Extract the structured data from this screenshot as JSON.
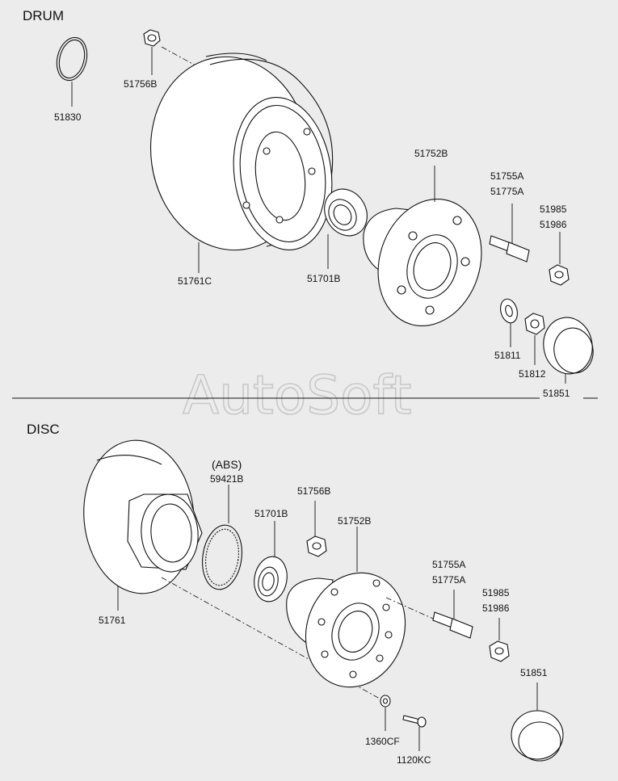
{
  "sections": {
    "drum": "DRUM",
    "disc": "DISC"
  },
  "watermark": "AutoSoft",
  "drum": {
    "seal_ring": "51830",
    "hub_nut": "51756B",
    "brake_drum": "51761C",
    "inner_bearing": "51701B",
    "hub": "51752B",
    "wheel_bolt_a": "51755A",
    "wheel_bolt_b": "51775A",
    "wheel_nut_a": "51985",
    "wheel_nut_b": "51986",
    "washer": "51811",
    "castle_nut": "51812",
    "hub_cap": "51851"
  },
  "disc": {
    "abs_label": "(ABS)",
    "abs_ring": "59421B",
    "hub_nut": "51756B",
    "bearing": "51701B",
    "hub": "51752B",
    "brake_disc": "51761",
    "wheel_bolt_a": "51755A",
    "wheel_bolt_b": "51775A",
    "wheel_nut_a": "51985",
    "wheel_nut_b": "51986",
    "hub_cap": "51851",
    "small_nut": "1360CF",
    "screw": "1120KC"
  }
}
